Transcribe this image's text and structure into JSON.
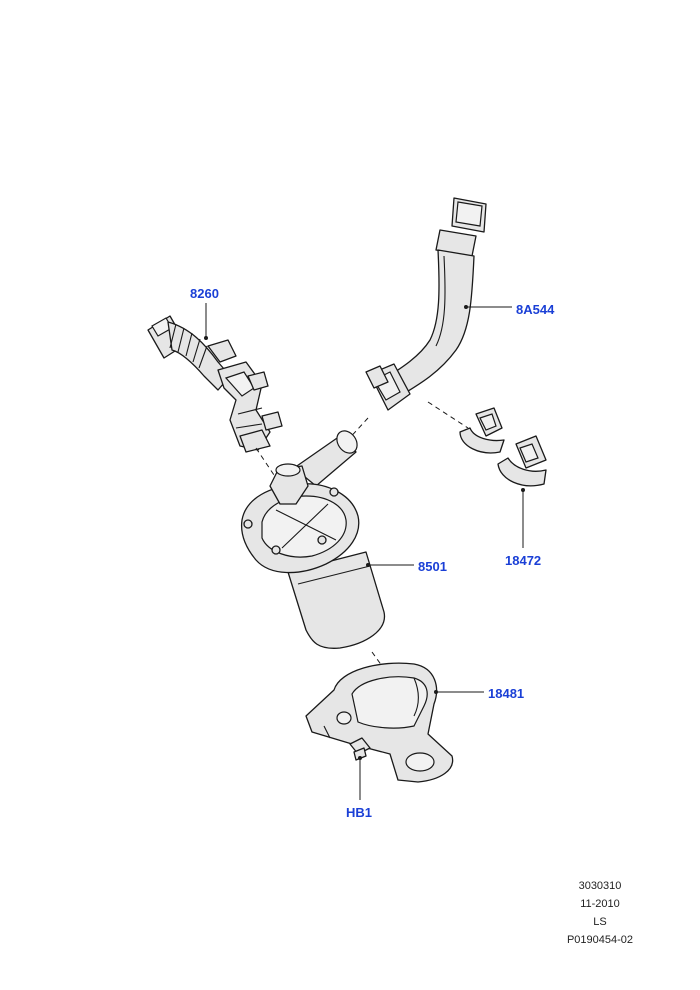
{
  "callouts": {
    "hose_left": "8260",
    "hose_right": "8A544",
    "pump": "8501",
    "clips": "18472",
    "bracket": "18481",
    "bolt": "HB1"
  },
  "meta": {
    "code": "3030310",
    "date": "11-2010",
    "initials": "LS",
    "ref": "P0190454-02"
  },
  "colors": {
    "callout_blue": "#1a3fd6",
    "line_black": "#1a1a1a"
  }
}
